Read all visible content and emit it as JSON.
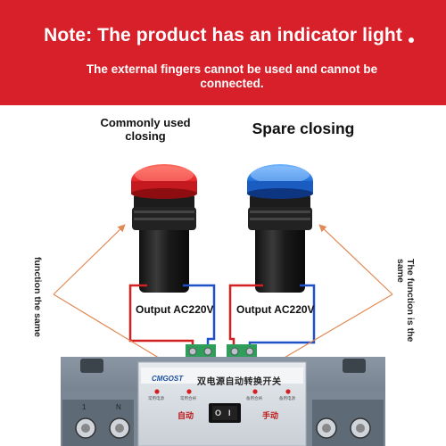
{
  "banner": {
    "title": "Note: The product has an indicator light",
    "subtitle": "The external fingers cannot be used and cannot be connected."
  },
  "labels": {
    "commonly_used": "Commonly used closing",
    "spare": "Spare closing",
    "output_red": "Output AC220V",
    "output_blue": "Output AC220V",
    "function_left": "function the same",
    "function_right": "The function is the same"
  },
  "device": {
    "brand": "CMGOST",
    "panel_title": "双电源自动转换开关",
    "indicator_labels": [
      "常用电源",
      "常用合闸",
      "备用合闸",
      "备用电源"
    ],
    "auto_label": "自动",
    "manual_label": "手动",
    "switch_on": "I",
    "switch_off": "O",
    "terminal_left": "1",
    "terminal_right": "N"
  },
  "colors": {
    "banner": "#d8202a",
    "red_light": "#e8262a",
    "blue_light": "#1f6fd8",
    "wire_red": "#d42020",
    "wire_blue": "#2050c8",
    "arrow": "#e08a55",
    "terminal_green": "#2f9e5a"
  }
}
